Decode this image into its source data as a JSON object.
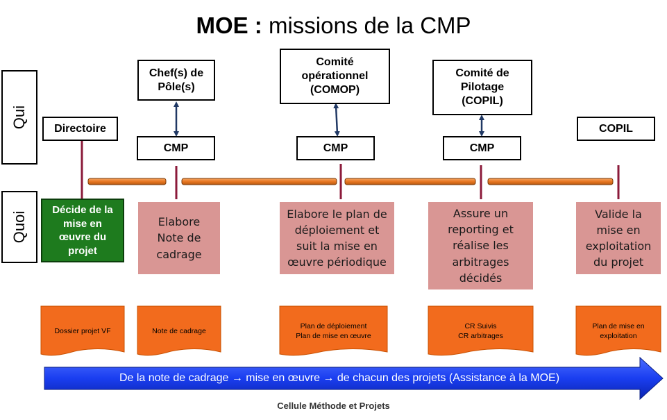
{
  "title": {
    "bold": "MOE :",
    "rest": " missions de la CMP"
  },
  "side_labels": {
    "qui": "Qui",
    "quoi": "Quoi"
  },
  "qui": {
    "directoire": "Directoire",
    "chef_pole": "Chef(s) de\nPôle(s)",
    "comop": "Comité\nopérationnel\n(COMOP)",
    "copil_committee": "Comité de\nPilotage\n(COPIL)",
    "copil": "COPIL",
    "cmp": [
      "CMP",
      "CMP",
      "CMP"
    ]
  },
  "quoi": {
    "decide": "Décide de la\nmise en\nœuvre du\nprojet",
    "elabore_note": "Elabore\nNote de\ncadrage",
    "elabore_plan": "Elabore le plan de\ndéploiement et\nsuit la mise en\nœuvre périodique",
    "assure": "Assure un\nreporting et\nréalise les\narbitrages\ndécidés",
    "valide": "Valide la\nmise en\nexploitation\ndu projet"
  },
  "documents": [
    "Dossier projet VF",
    "Note de cadrage",
    "Plan de déploiement\nPlan de mise en œuvre",
    "CR Suivis\nCR arbitrages",
    "Plan de mise en\nexploitation"
  ],
  "arrow_text": "De la note de cadrage → mise en œuvre → de chacun des projets (Assistance à la MOE)",
  "footer": "Cellule Méthode et Projets",
  "colors": {
    "pink": "#d99694",
    "green": "#1e7b1e",
    "orange": "#f26b1d",
    "timeline": "#e87722",
    "connector": "#8b1a3a",
    "arrow": "#1a3ef0",
    "double_arrow": "#203864"
  }
}
